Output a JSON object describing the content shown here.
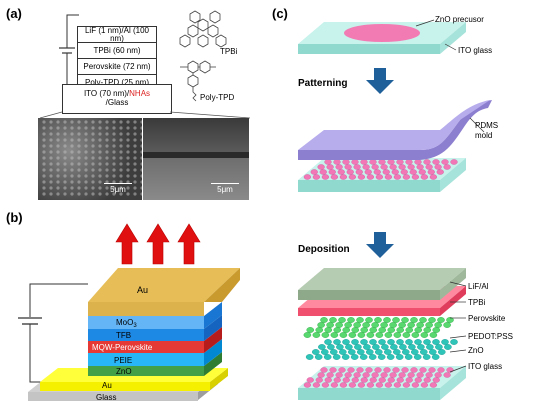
{
  "panels": {
    "a": {
      "label": "(a)",
      "layers": [
        "LiF (1 nm)/Al (100 nm)",
        "TPBi (60 nm)",
        "Perovskite (72 nm)",
        "Poly-TPD (25 nm)"
      ],
      "substrate_prefix": "ITO (70 nm)/",
      "substrate_highlight": "NHAs",
      "substrate_suffix": "/Glass",
      "molecules": [
        "TPBi",
        "Poly-TPD"
      ],
      "sem_scale_left": "5μm",
      "sem_scale_right": "5μm"
    },
    "b": {
      "label": "(b)",
      "layers": [
        "Au",
        "MoO3",
        "TFB",
        "MQW-Perovskite",
        "PEIE",
        "ZnO",
        "Au",
        "Glass"
      ]
    },
    "c": {
      "label": "(c)",
      "top_labels": [
        "ZnO precusor",
        "ITO glass"
      ],
      "step1": "Patterning",
      "mold_label": "PDMS\nmold",
      "step2": "Deposition",
      "final_labels": [
        "LiF/Al",
        "TPBi",
        "Perovskite",
        "PEDOT:PSS",
        "ZnO",
        "ITO glass"
      ]
    }
  },
  "colors": {
    "arrow_red": "#e01010",
    "step_arrow": "#1f5f9a",
    "ito": "#b9ece6",
    "zno_dots": "#f277b6",
    "pdms": "#9f8fd6",
    "lif_al": "#9fb89c",
    "tpbi": "#f0506e",
    "perovskite": "#4fd86a",
    "gold": "#f2c14e"
  }
}
